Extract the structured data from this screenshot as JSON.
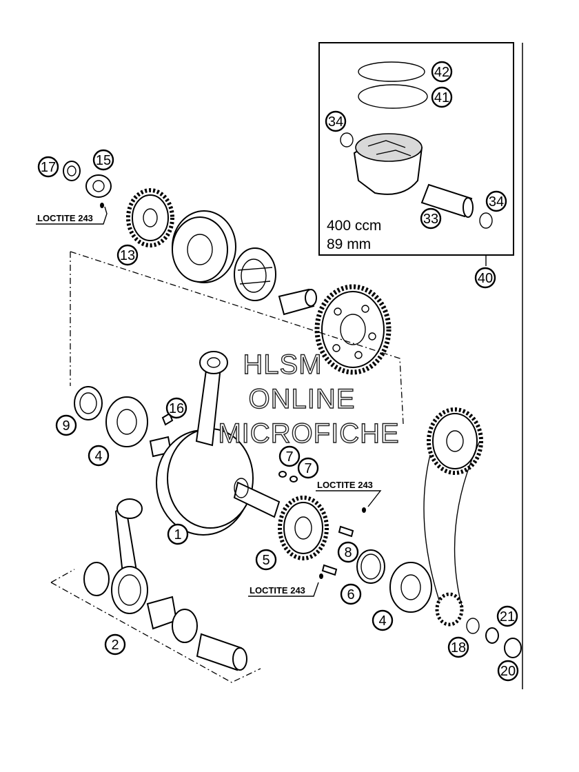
{
  "callouts": {
    "c1": "1",
    "c2": "2",
    "c4a": "4",
    "c4b": "4",
    "c5": "5",
    "c6": "6",
    "c7a": "7",
    "c7b": "7",
    "c8": "8",
    "c9": "9",
    "c13": "13",
    "c15": "15",
    "c16": "16",
    "c17": "17",
    "c18": "18",
    "c20": "20",
    "c21": "21",
    "c33": "33",
    "c34a": "34",
    "c34b": "34",
    "c40": "40",
    "c41": "41",
    "c42": "42"
  },
  "notes": {
    "loctite_top": "LOCTITE 243",
    "loctite_mid": "LOCTITE 243",
    "loctite_low": "LOCTITE 243"
  },
  "piston_spec": {
    "displacement": "400 ccm",
    "bore": "89 mm"
  },
  "watermark": {
    "line1": "HLSM",
    "line2": "ONLINE",
    "line3": "MICROFICHE"
  }
}
